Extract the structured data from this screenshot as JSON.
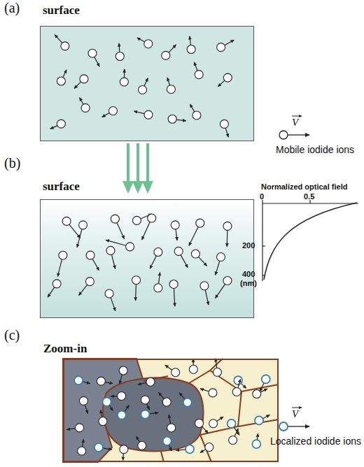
{
  "diagram": {
    "nodes": [
      {
        "text": [
          "surface"
        ]
      },
      {
        "text": [
          "surface"
        ]
      },
      {
        "text": [
          "Zoom-in"
        ]
      }
    ],
    "labels": [
      "(a)",
      "V",
      "Mobile iodide ions",
      "(b)",
      "Normalized optical field",
      "0",
      "0.5",
      "200",
      "400",
      "(nm)",
      "(c)",
      "V",
      "Localized iodide ions"
    ]
  }
}
